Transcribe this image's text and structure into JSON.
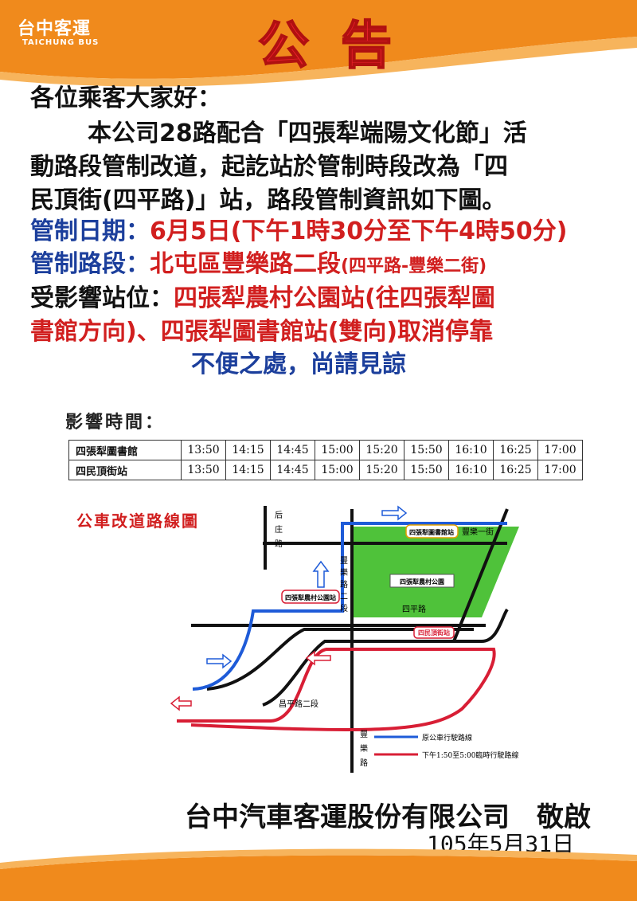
{
  "header": {
    "logo_cn": "台中客運",
    "logo_en": "TAICHUNG BUS",
    "headline": "公告"
  },
  "notice": {
    "greeting": "各位乘客大家好：",
    "para_line1": "本公司28路配合「四張犁端陽文化節」活",
    "para_line2": "動路段管制改道，起訖站於管制時段改為「四",
    "para_line3": "民頂街(四平路)」站，路段管制資訊如下圖。",
    "date_label": "管制日期：",
    "date_value": "6月5日(下午1時30分至下午4時50分)",
    "section_label": "管制路段：",
    "section_value": "北屯區豐樂路二段",
    "section_note": "(四平路-豐樂二街)",
    "stops_label": "受影響站位：",
    "stops_value_line1": "四張犁農村公園站(往四張犁圖",
    "stops_value_line2": "書館方向)、四張犁圖書館站(雙向)取消停靠",
    "apology": "不便之處，尚請見諒"
  },
  "schedule": {
    "title": "影響時間：",
    "rows": [
      {
        "stop": "四張犁圖書館",
        "times": [
          "13:50",
          "14:15",
          "14:45",
          "15:00",
          "15:20",
          "15:50",
          "16:10",
          "16:25",
          "17:00"
        ]
      },
      {
        "stop": "四民頂街站",
        "times": [
          "13:50",
          "14:15",
          "14:45",
          "15:00",
          "15:20",
          "15:50",
          "16:10",
          "16:25",
          "17:00"
        ]
      }
    ]
  },
  "map": {
    "title": "公車改道路線圖",
    "road_houzhuang": [
      "后",
      "庄",
      "路"
    ],
    "road_fengle_2": [
      "豐",
      "樂",
      "路",
      "二",
      "段"
    ],
    "road_fengle": [
      "豐",
      "樂",
      "路"
    ],
    "road_fengle_1st": "豐樂一街",
    "road_changping": "昌平路二段",
    "park_label": "四張犁農村公園",
    "road_siping": "四平路",
    "stop_library": "四張犁圖書館站",
    "stop_park": "四張犁農村公園站",
    "stop_siminding": "四民頂街站",
    "legend_original": "原公車行駛路線",
    "legend_temp": "下午1:50至5:00臨時行駛路線",
    "color_original": "#1e5bd8",
    "color_temp": "#d81e35",
    "color_park": "#4fc23a",
    "color_road": "#111111"
  },
  "footer": {
    "signature": "台中汽車客運股份有限公司　敬啟",
    "date": "105年5月31日"
  },
  "colors": {
    "accent_orange": "#f08a1c",
    "title_red": "#e8202a",
    "text_blue": "#1c3f9c",
    "text_red": "#d11f1f"
  }
}
